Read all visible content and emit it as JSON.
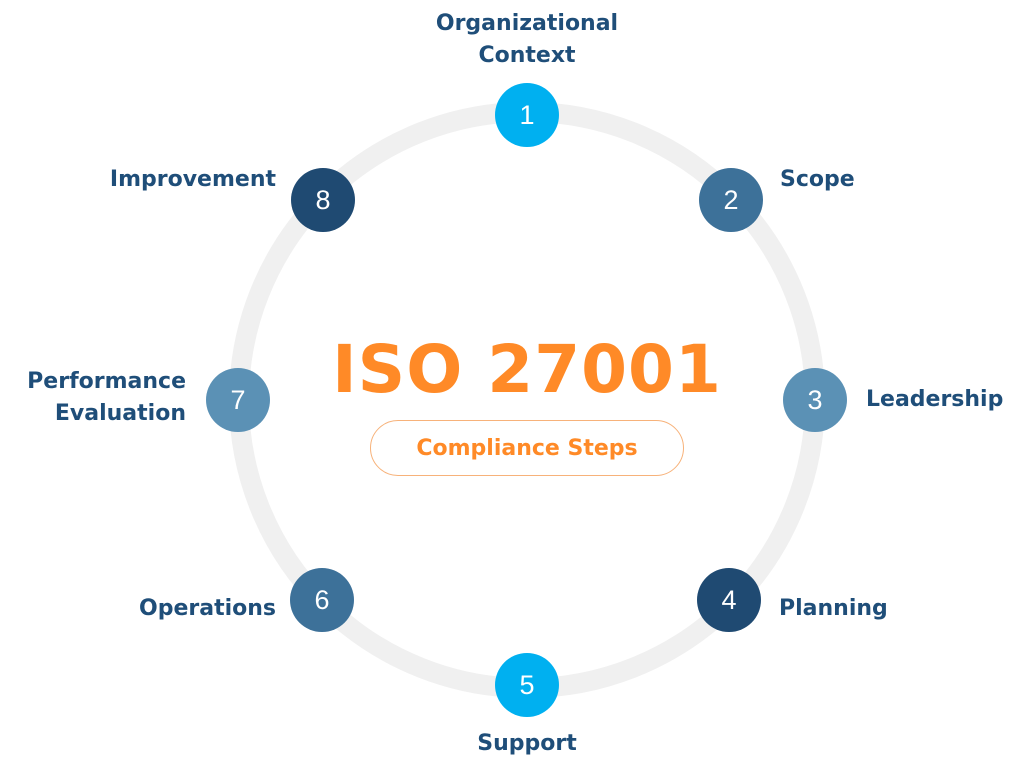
{
  "title": "ISO 27001",
  "subtitle": "Compliance Steps",
  "colors": {
    "accent_orange": "#ff8a27",
    "label_navy": "#1f4e79",
    "ring_grey": "#f0f0f0",
    "node_cyan": "#00b0f0",
    "node_mid_blue": "#3d7199",
    "node_light_blue": "#5b91b5",
    "node_dark_navy": "#1f4a72"
  },
  "steps": [
    {
      "number": "1",
      "label_line1": "Organizational",
      "label_line2": "Context",
      "color": "#00b0f0"
    },
    {
      "number": "2",
      "label_line1": "Scope",
      "color": "#3d7199"
    },
    {
      "number": "3",
      "label_line1": "Leadership",
      "color": "#5b91b5"
    },
    {
      "number": "4",
      "label_line1": "Planning",
      "color": "#1f4a72"
    },
    {
      "number": "5",
      "label_line1": "Support",
      "color": "#00b0f0"
    },
    {
      "number": "6",
      "label_line1": "Operations",
      "color": "#3d7199"
    },
    {
      "number": "7",
      "label_line1": "Performance",
      "label_line2": "Evaluation",
      "color": "#5b91b5"
    },
    {
      "number": "8",
      "label_line1": "Improvement",
      "color": "#1f4a72"
    }
  ]
}
